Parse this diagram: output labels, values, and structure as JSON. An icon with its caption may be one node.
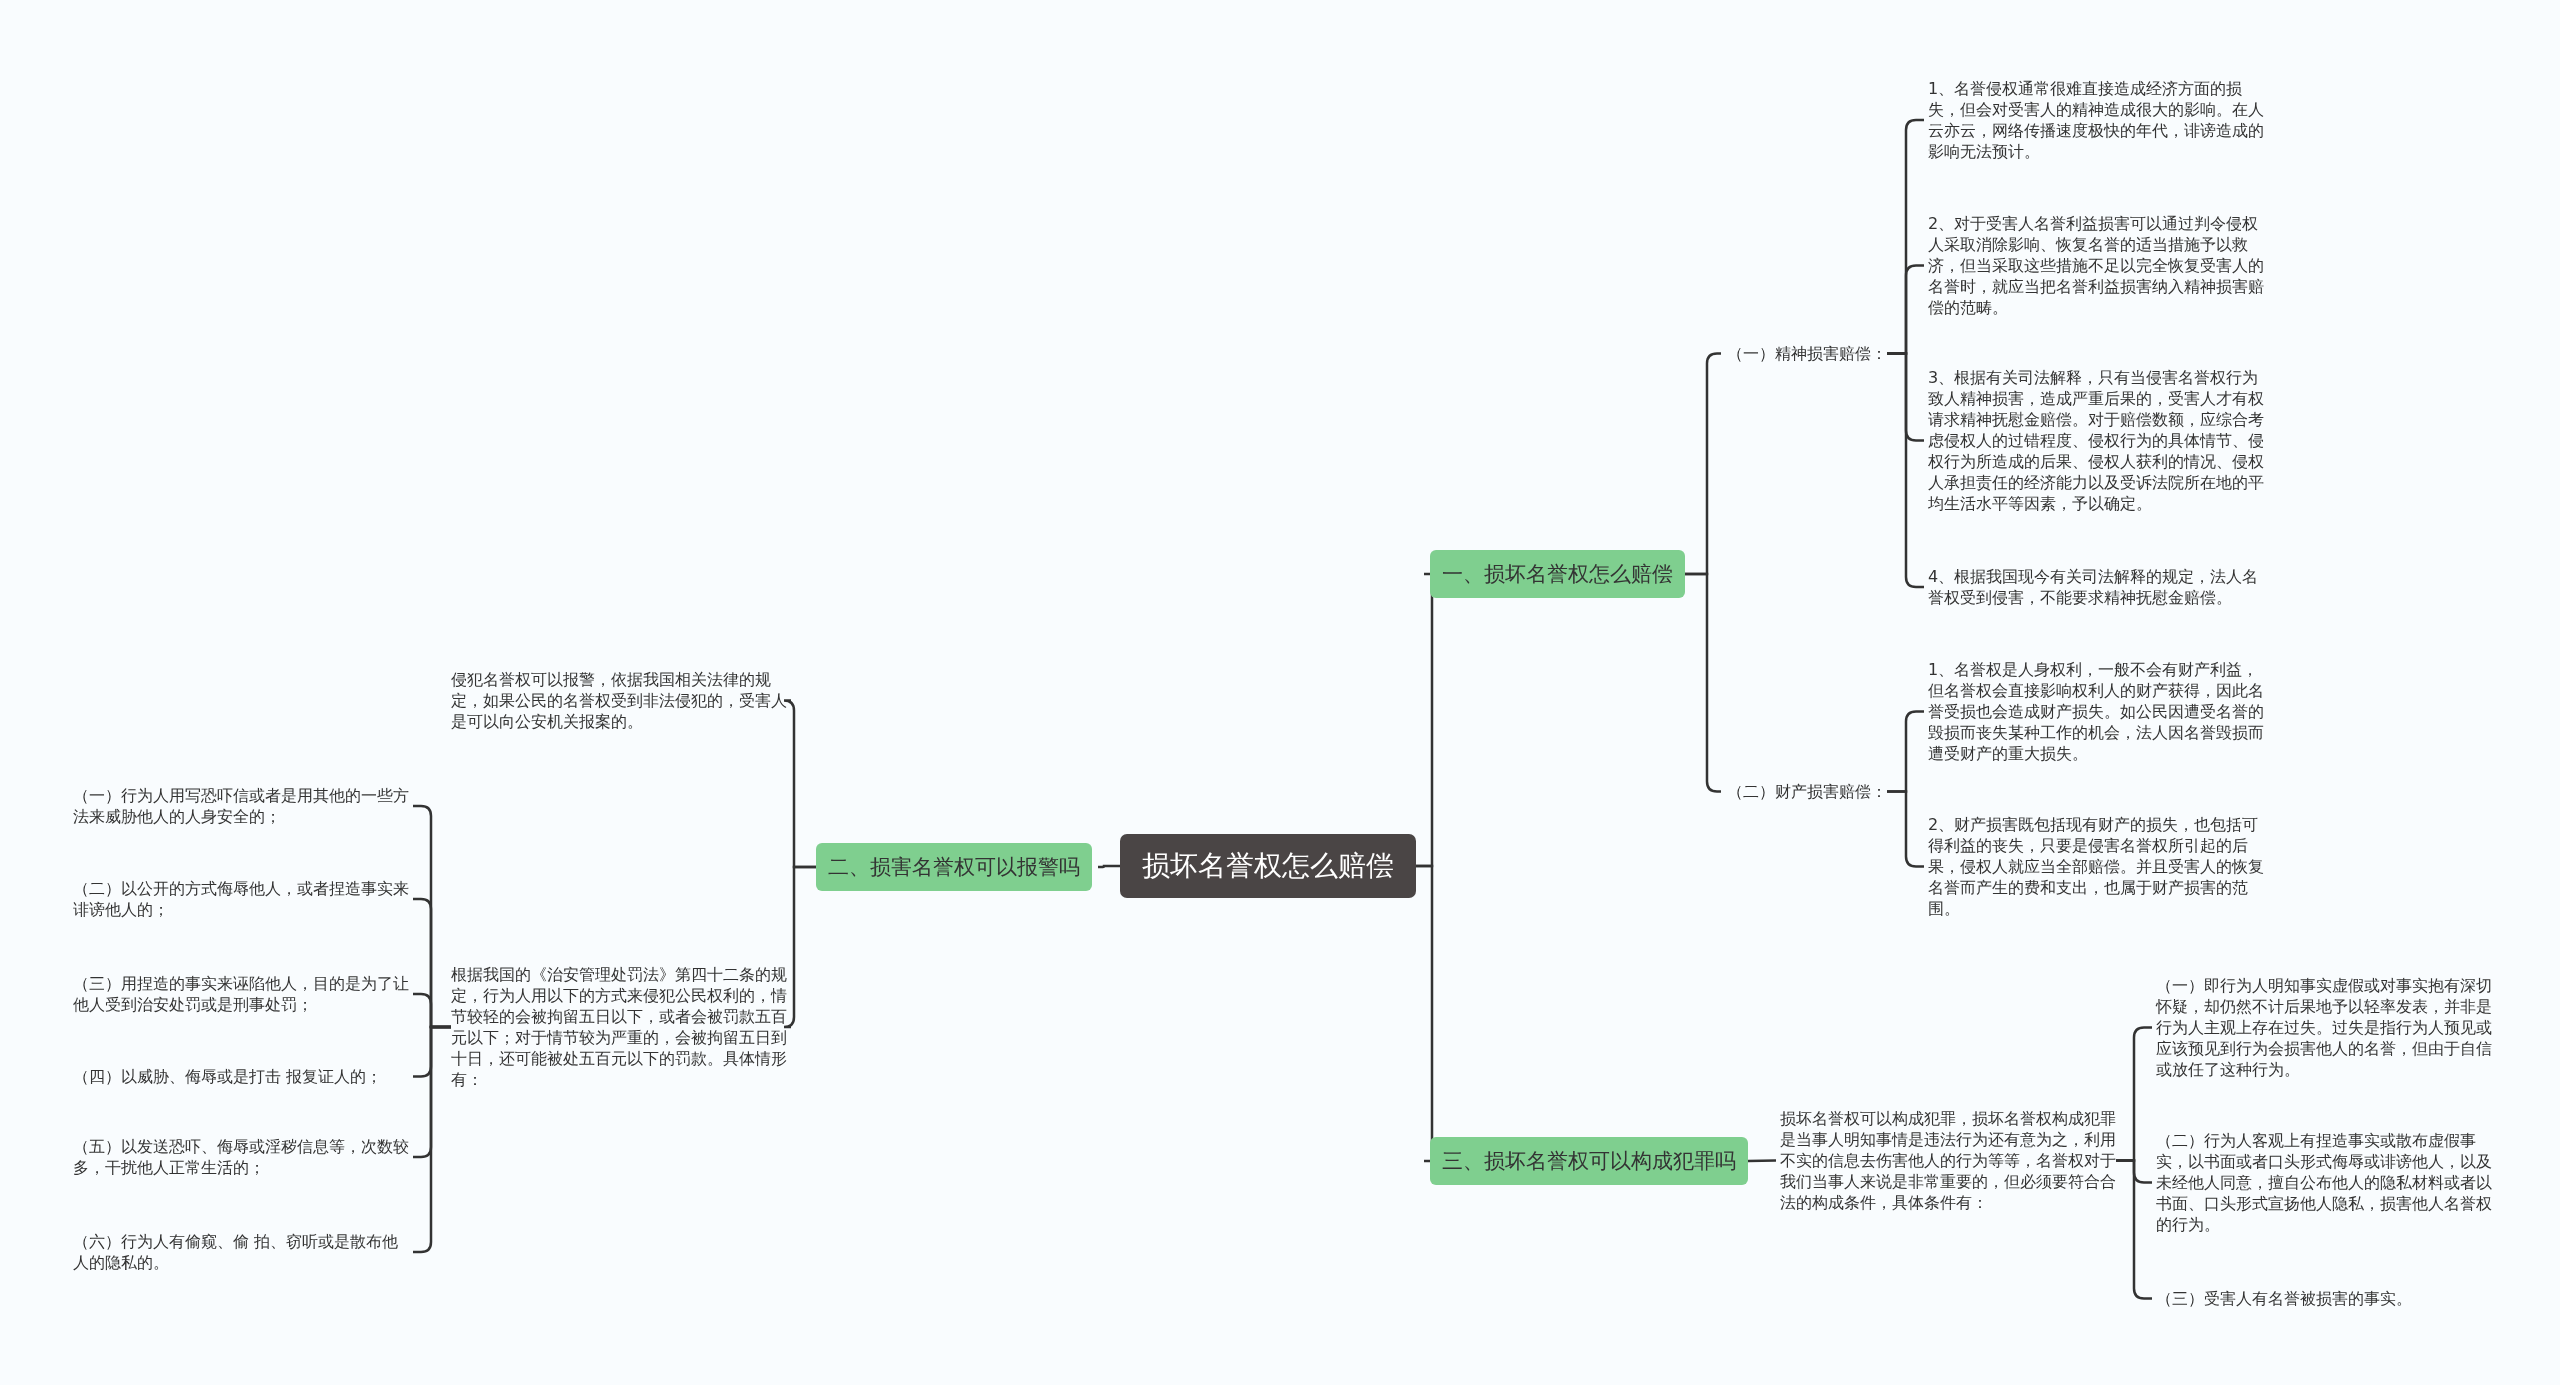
{
  "diagram": {
    "nodes": [
      {
        "text": [
          "损坏名誉权怎么赔偿"
        ]
      },
      {
        "text": [
          "一、损坏名誉权怎么赔偿"
        ]
      },
      {
        "text": [
          "（一）精神损害赔偿："
        ]
      },
      {
        "text": [
          "1、名誉侵权通常很难直接造成经济方面的损失，但会对受害人的精神造成很大的影响。在人云亦云，网络传播速度极快的年代，诽谤造成的影响无法预计。"
        ]
      },
      {
        "text": [
          "2、对于受害人名誉利益损害可以通过判令侵权人采取消除影响、恢复名誉的适当措施予以救济，但当采取这些措施不足以完全恢复受害人的名誉时，就应当把名誉利益损害纳入精神损害赔偿的范畴。"
        ]
      },
      {
        "text": [
          "3、根据有关司法解释，只有当侵害名誉权行为致人精神损害，造成严重后果的，受害人才有权请求精神抚慰金赔偿。对于赔偿数额，应综合考虑侵权人的过错程度、侵权行为的具体情节、侵权行为所造成的后果、侵权人获利的情况、侵权人承担责任的经济能力以及受诉法院所在地的平均生活水平等因素，予以确定。"
        ]
      },
      {
        "text": [
          "4、根据我国现今有关司法解释的规定，法人名誉权受到侵害，不能要求精神抚慰金赔偿。"
        ]
      },
      {
        "text": [
          "（二）财产损害赔偿："
        ]
      },
      {
        "text": [
          "1、名誉权是人身权利，一般不会有财产利益，但名誉权会直接影响权利人的财产获得，因此名誉受损也会造成财产损失。如公民因遭受名誉的毁损而丧失某种工作的机会，法人因名誉毁损而遭受财产的重大损失。"
        ]
      },
      {
        "text": [
          "2、财产损害既包括现有财产的损失，也包括可得利益的丧失，只要是侵害名誉权所引起的后果，侵权人就应当全部赔偿。并且受害人的恢复名誉而产生的费和支出，也属于财产损害的范围。"
        ]
      },
      {
        "text": [
          "三、损坏名誉权可以构成犯罪吗"
        ]
      },
      {
        "text": [
          "损坏名誉权可以构成犯罪，损坏名誉权构成犯罪是当事人明知事情是违法行为还有意为之，利用不实的信息去伤害他人的行为等等，名誉权对于我们当事人来说是非常重要的，但必须要符合合法的构成条件，具体条件有："
        ]
      },
      {
        "text": [
          "（一）即行为人明知事实虚假或对事实抱有深切怀疑，却仍然不计后果地予以轻率发表，并非是行为人主观上存在过失。过失是指行为人预见或应该预见到行为会损害他人的名誉，但由于自信或放任了这种行为。"
        ]
      },
      {
        "text": [
          "（二）行为人客观上有捏造事实或散布虚假事实，以书面或者口头形式侮辱或诽谤他人，以及未经他人同意，擅自公布他人的隐私材料或者以书面、口头形式宣扬他人隐私，损害他人名誉权的行为。"
        ]
      },
      {
        "text": [
          "（三）受害人有名誉被损害的事实。"
        ]
      },
      {
        "text": [
          "二、损害名誉权可以报警吗"
        ]
      },
      {
        "text": [
          "侵犯名誉权可以报警，依据我国相关法律的规定，如果公民的名誉权受到非法侵犯的，受害人是可以向公安机关报案的。"
        ]
      },
      {
        "text": [
          "根据我国的《治安管理处罚法》第四十二条的规定，行为人用以下的方式来侵犯公民权利的，情节较轻的会被拘留五日以下，或者会被罚款五百元以下；对于情节较为严重的，会被拘留五日到十日，还可能被处五百元以下的罚款。具体情形有："
        ]
      },
      {
        "text": [
          "（一）行为人用写恐吓信或者是用其他的一些方法来威胁他人的人身安全的；"
        ]
      },
      {
        "text": [
          "（二）以公开的方式侮辱他人，或者捏造事实来诽谤他人的；"
        ]
      },
      {
        "text": [
          "（三）用捏造的事实来诬陷他人，目的是为了让他人受到治安处罚或是刑事处罚；"
        ]
      },
      {
        "text": [
          "（四）以威胁、侮辱或是打击 报复证人的；"
        ]
      },
      {
        "text": [
          "（五）以发送恐吓、侮辱或淫秽信息等，次数较多，干扰他人正常生活的；"
        ]
      },
      {
        "text": [
          "（六）行为人有偷窥、偷 拍、窃听或是散布他人的隐私的。"
        ]
      }
    ],
    "edges": [
      {
        "from": 0,
        "to": 1,
        "arrow": "none"
      },
      {
        "from": 1,
        "to": 2,
        "arrow": "none"
      },
      {
        "from": 2,
        "to": 3,
        "arrow": "none"
      },
      {
        "from": 2,
        "to": 4,
        "arrow": "none"
      },
      {
        "from": 2,
        "to": 5,
        "arrow": "none"
      },
      {
        "from": 2,
        "to": 6,
        "arrow": "none"
      },
      {
        "from": 1,
        "to": 7,
        "arrow": "none"
      },
      {
        "from": 7,
        "to": 8,
        "arrow": "none"
      },
      {
        "from": 7,
        "to": 9,
        "arrow": "none"
      },
      {
        "from": 0,
        "to": 10,
        "arrow": "none"
      },
      {
        "from": 10,
        "to": 11,
        "arrow": "none"
      },
      {
        "from": 11,
        "to": 12,
        "arrow": "none"
      },
      {
        "from": 11,
        "to": 13,
        "arrow": "none"
      },
      {
        "from": 11,
        "to": 14,
        "arrow": "none"
      },
      {
        "from": 0,
        "to": 15,
        "arrow": "none"
      },
      {
        "from": 15,
        "to": 16,
        "arrow": "none"
      },
      {
        "from": 15,
        "to": 17,
        "arrow": "none"
      },
      {
        "from": 17,
        "to": 18,
        "arrow": "none"
      },
      {
        "from": 17,
        "to": 19,
        "arrow": "none"
      },
      {
        "from": 17,
        "to": 20,
        "arrow": "none"
      },
      {
        "from": 17,
        "to": 21,
        "arrow": "none"
      },
      {
        "from": 17,
        "to": 22,
        "arrow": "none"
      },
      {
        "from": 17,
        "to": 23,
        "arrow": "none"
      }
    ]
  }
}
